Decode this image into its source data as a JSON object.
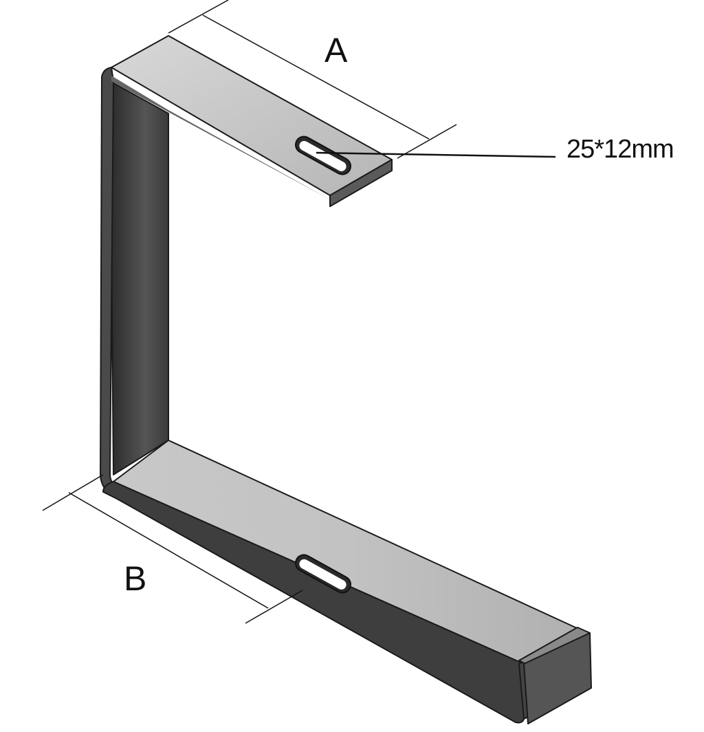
{
  "labels": {
    "dimension_a": "A",
    "dimension_b": "B",
    "slot_size": "25*12mm"
  },
  "colors": {
    "face_light": "#bdbdbd",
    "face_dark": "#3a3a3a",
    "edge": "#1a1a1a"
  }
}
